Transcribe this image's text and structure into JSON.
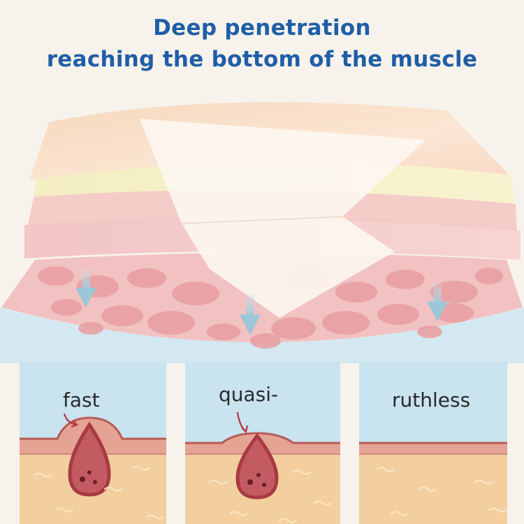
{
  "header": {
    "line1": "Deep penetration",
    "line2": "reaching the bottom of the muscle"
  },
  "panels": [
    {
      "label": "fast"
    },
    {
      "label": "quasi-"
    },
    {
      "label": "ruthless"
    }
  ],
  "colors": {
    "headline": "#1f5ea7",
    "panel_sky": "#c9e3ef",
    "skin_band": "#e4a393",
    "tissue": "#f3cf9f",
    "cell": "#e89ea1",
    "pore_fill": "#c25b62",
    "pore_outline": "#a83a42"
  }
}
